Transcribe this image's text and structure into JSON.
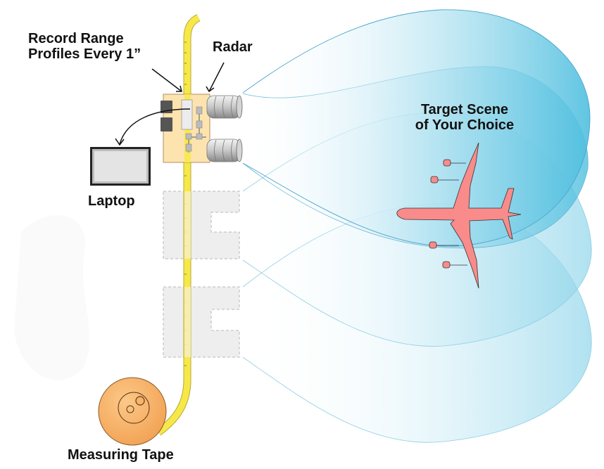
{
  "labels": {
    "record_line1": "Record Range",
    "record_line2": "Profiles Every 1”",
    "radar": "Radar",
    "target_line1": "Target Scene",
    "target_line2": "of Your Choice",
    "laptop": "Laptop",
    "measuring_tape": "Measuring Tape"
  },
  "colors": {
    "beam": "#5bc3e0",
    "tape": "#f7e84a",
    "reel": "#f9b46a",
    "radar_board": "#fde3ae",
    "airplane": "#f98b8b",
    "ghost": "#eeeeee"
  },
  "icons": [
    "radar-board-icon",
    "horn-antenna-icon",
    "laptop-icon",
    "airplane-icon",
    "measuring-tape-icon"
  ]
}
